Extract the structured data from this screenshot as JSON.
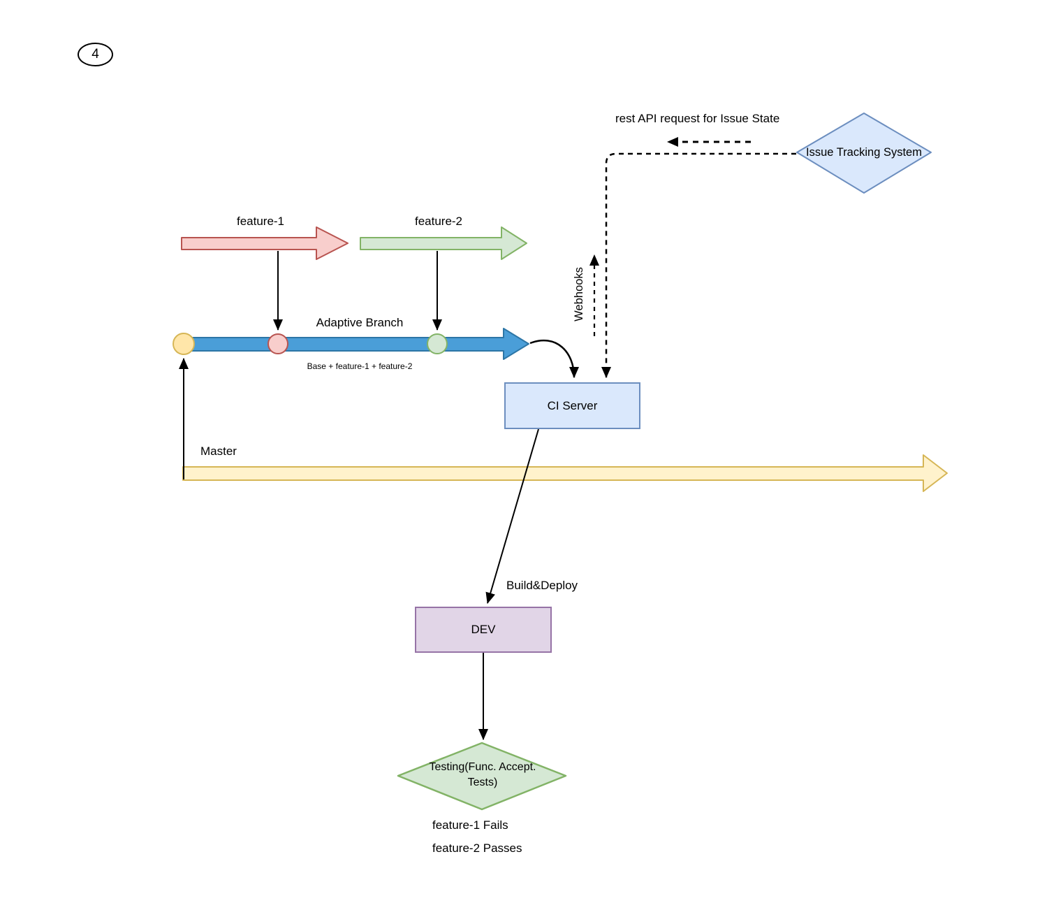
{
  "badge": {
    "label": "4"
  },
  "branches": {
    "feature1": {
      "label": "feature-1",
      "fill": "#f8cecc",
      "stroke": "#b85450"
    },
    "feature2": {
      "label": "feature-2",
      "fill": "#d5e8d4",
      "stroke": "#82b366"
    },
    "adaptive": {
      "label": "Adaptive Branch",
      "composition": "Base + feature-1 + feature-2",
      "fill": "#4a9ed8",
      "stroke": "#2d76a6"
    },
    "master": {
      "label": "Master",
      "fill": "#fff2cc",
      "stroke": "#d6b656"
    }
  },
  "commits": {
    "base": {
      "fill": "#ffe6a9",
      "stroke": "#d6b656"
    },
    "feature1": {
      "fill": "#f8cecc",
      "stroke": "#b85450"
    },
    "feature2": {
      "fill": "#d5e8d4",
      "stroke": "#82b366"
    }
  },
  "nodes": {
    "ci_server": {
      "label": "CI Server",
      "fill": "#dae8fc",
      "stroke": "#6c8ebf"
    },
    "dev": {
      "label": "DEV",
      "fill": "#e1d5e7",
      "stroke": "#9673a6"
    },
    "issue_tracking": {
      "label": "Issue Tracking System",
      "fill": "#dae8fc",
      "stroke": "#6c8ebf"
    },
    "testing": {
      "label": "Testing(Func. Accept. Tests)",
      "fill": "#d5e8d4",
      "stroke": "#82b366"
    }
  },
  "annotations": {
    "rest_api": "rest API request for Issue State",
    "webhooks": "Webhooks",
    "build_deploy": "Build&Deploy",
    "test_results": [
      "feature-1 Fails",
      "feature-2 Passes"
    ]
  }
}
